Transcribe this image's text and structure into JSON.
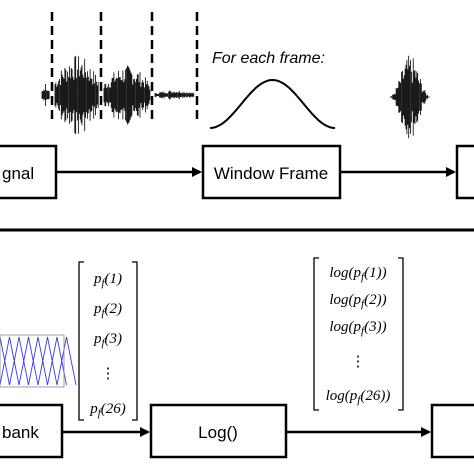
{
  "top_row": {
    "signal_label": "gnal",
    "window_label": "Window Frame",
    "caption": "For each frame:"
  },
  "bottom_row": {
    "filterbank_label": "bank",
    "log_label": "Log()",
    "pf_vector": [
      "p_f(1)",
      "p_f(2)",
      "p_f(3)",
      "⋮",
      "p_f(26)"
    ],
    "log_vector": [
      "log(p_f(1))",
      "log(p_f(2))",
      "log(p_f(3))",
      "⋮",
      "log(p_f(26))"
    ]
  },
  "colors": {
    "stroke": "#000000",
    "filterbank": "#3b3bd6"
  },
  "icons": {
    "waveform": "audio-waveform",
    "window_curve": "hann-window-curve",
    "frame_burst": "windowed-frame-waveform"
  }
}
